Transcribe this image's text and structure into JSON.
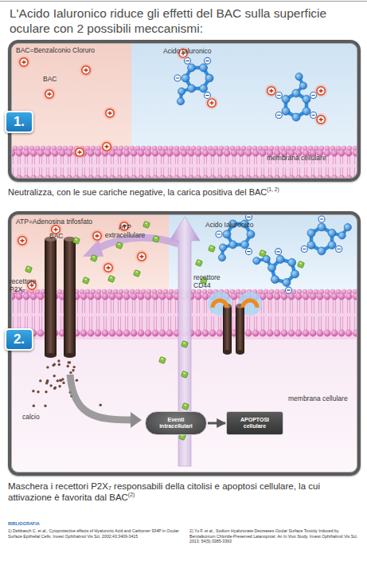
{
  "diagram": {
    "title": "L'Acido Ialuronico riduce gli effetti del BAC sulla superficie oculare con 2 possibili meccanismi:",
    "nodes": [
      {
        "text": [
          "BAC=Benzalconio Cloruro",
          "BAC",
          "Acido Ialuronico",
          "membrana cellulare"
        ]
      },
      {
        "text": [
          "1."
        ],
        "in": 0
      },
      {
        "text": [
          "ATP=Adenosina trifosfato",
          "BAC",
          "ATP extracellulare",
          "recettore P2X₇",
          "calcio",
          "Acido Ialuronico",
          "recettore CD44",
          "membrana cellulare"
        ]
      },
      {
        "text": [
          "2."
        ],
        "in": 2
      },
      {
        "text": [
          "Eventi intracellulari"
        ],
        "in": 2
      },
      {
        "text": [
          "APOPTOSI cellulare"
        ],
        "in": 2
      }
    ],
    "edges": [
      {
        "from": 4,
        "to": 5,
        "arrow": "to"
      }
    ],
    "labels": [
      "Neutralizza, con le sue cariche negative, la carica positiva del BAC",
      "(1, 2)",
      "Maschera i recettori P2X₇ responsabili della citolisi e apoptosi cellulare, la cui attivazione è favorita dal BAC",
      "(2)",
      "BIBLIOGRAFIA",
      "1) Debbasch C. et al., Cytoprotective effects of Hyaluronic Acid and Carbomer 934P in Ocular Surface Epithelial Cells. Invest Ophthalmol Vis Sci. 2002;43:3409-3415",
      "2) Yu F. et al., Sodium Hyaluronate Decreases Ocular Surface Toxicity Induced by Benzalkonium Chloride-Preserved Latanoprost: An In Vivo Study. Invest Ophthalmol Vis Sci. 2013; 54(5):3385-3393"
    ]
  }
}
